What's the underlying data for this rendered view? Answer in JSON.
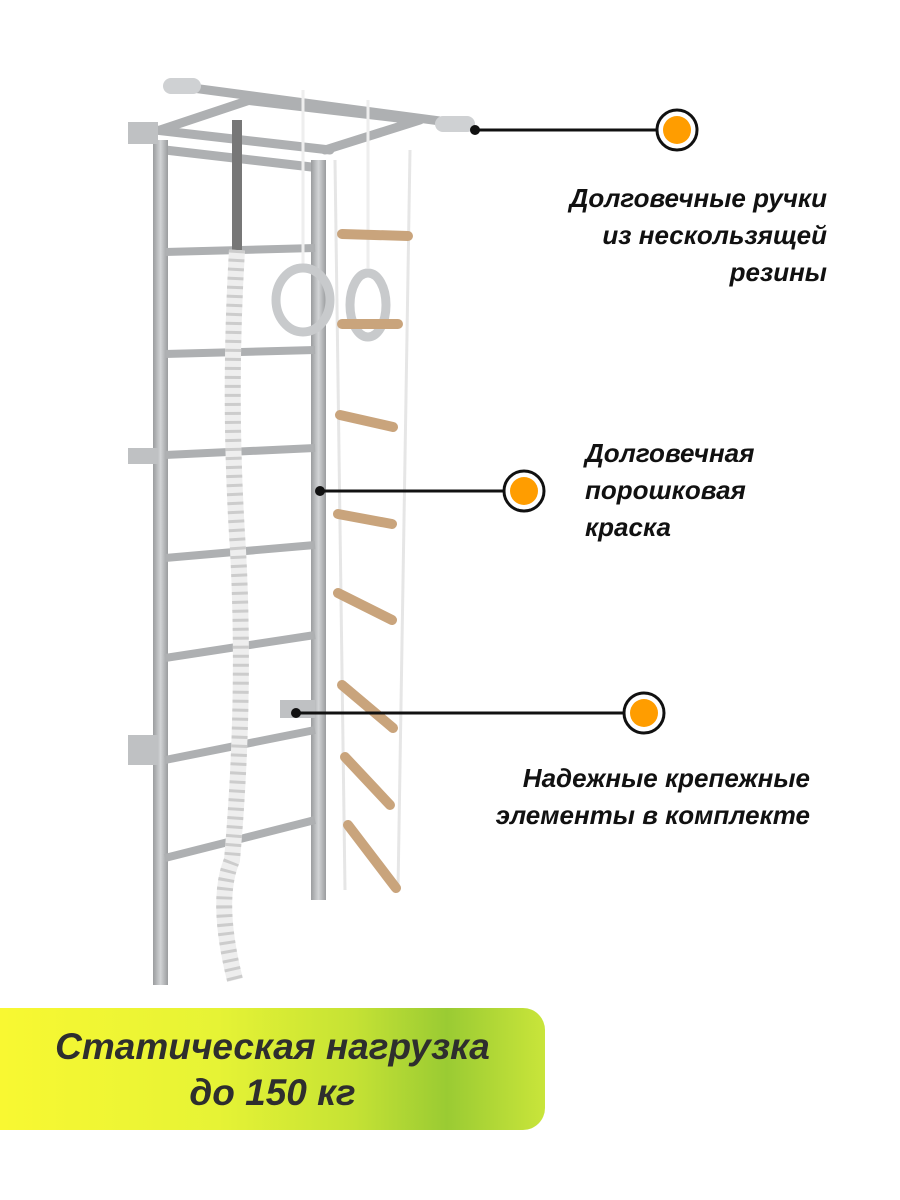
{
  "callouts": [
    {
      "lines": [
        "Долговечные ручки",
        "из нескользящей",
        "резины"
      ]
    },
    {
      "lines": [
        "Долговечная",
        "порошковая",
        "краска"
      ]
    },
    {
      "lines": [
        "Надежные крепежные",
        "элементы в комплекте"
      ]
    }
  ],
  "banner": {
    "line1": "Статическая нагрузка",
    "line2": "до 150 кг"
  },
  "colors": {
    "dot": "#ff9d00",
    "frame": "#b4b6b8",
    "wood": "#c9a47c"
  }
}
